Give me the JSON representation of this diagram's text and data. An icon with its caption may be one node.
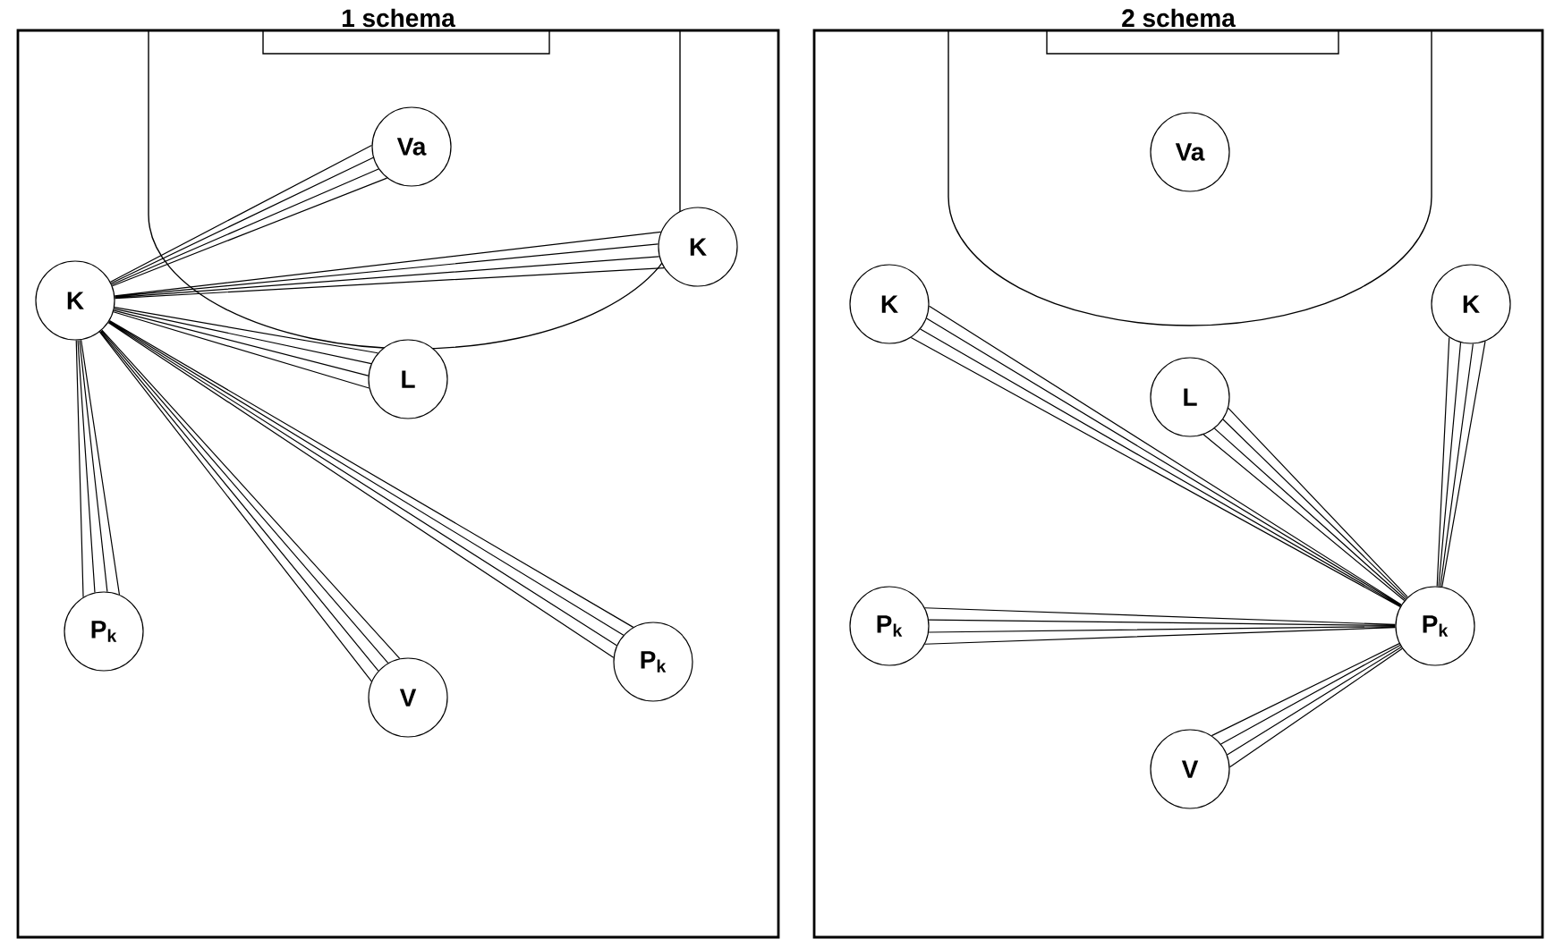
{
  "diagram": {
    "nodes": [
      {
        "text": [
          "1 schema"
        ]
      },
      {
        "text": [
          "Va"
        ],
        "in": 0
      },
      {
        "text": [
          "K"
        ],
        "in": 0
      },
      {
        "text": [
          "K"
        ],
        "in": 0
      },
      {
        "text": [
          "L"
        ],
        "in": 0
      },
      {
        "text": [
          "P$_{k}$"
        ],
        "in": 0
      },
      {
        "text": [
          "V"
        ],
        "in": 0
      },
      {
        "text": [
          "P$_{k}$"
        ],
        "in": 0
      },
      {
        "text": [
          "2 schema"
        ]
      },
      {
        "text": [
          "Va"
        ],
        "in": 8
      },
      {
        "text": [
          "K"
        ],
        "in": 8
      },
      {
        "text": [
          "L"
        ],
        "in": 8
      },
      {
        "text": [
          "K"
        ],
        "in": 8
      },
      {
        "text": [
          "P$_{k}$"
        ],
        "in": 8
      },
      {
        "text": [
          "P$_{k}$"
        ],
        "in": 8
      },
      {
        "text": [
          "V"
        ],
        "in": 8
      }
    ],
    "edges": [
      {
        "from": 3,
        "to": 1,
        "arrow": "none"
      },
      {
        "from": 3,
        "to": 2,
        "arrow": "none"
      },
      {
        "from": 3,
        "to": 4,
        "arrow": "none"
      },
      {
        "from": 3,
        "to": 5,
        "arrow": "none"
      },
      {
        "from": 3,
        "to": 6,
        "arrow": "none"
      },
      {
        "from": 3,
        "to": 7,
        "arrow": "none"
      },
      {
        "from": 14,
        "to": 10,
        "arrow": "none"
      },
      {
        "from": 14,
        "to": 11,
        "arrow": "none"
      },
      {
        "from": 14,
        "to": 12,
        "arrow": "none"
      },
      {
        "from": 14,
        "to": 13,
        "arrow": "none"
      },
      {
        "from": 14,
        "to": 15,
        "arrow": "none"
      }
    ]
  }
}
